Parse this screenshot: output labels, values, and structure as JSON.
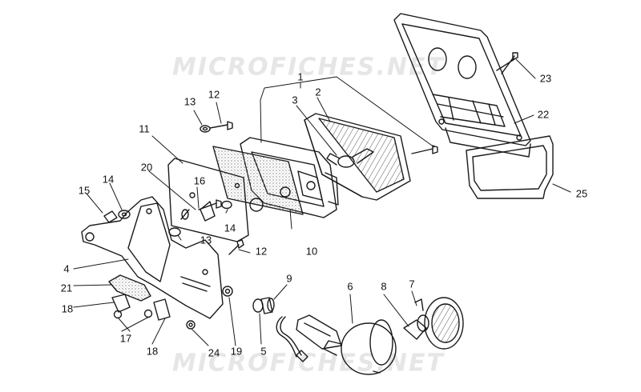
{
  "watermarks": [
    "MICROFICHES.NET",
    "MICROFICHES.NET"
  ],
  "callouts": [
    "1",
    "2",
    "3",
    "4",
    "5",
    "6",
    "7",
    "8",
    "9",
    "10",
    "11",
    "12",
    "12",
    "13",
    "13",
    "14",
    "14",
    "15",
    "16",
    "17",
    "18",
    "18",
    "19",
    "20",
    "21",
    "22",
    "23",
    "24",
    "25"
  ],
  "colors": {
    "line": "#1a1a1a",
    "texture": "#8a8a8a",
    "watermark": "#e6e6e6"
  }
}
